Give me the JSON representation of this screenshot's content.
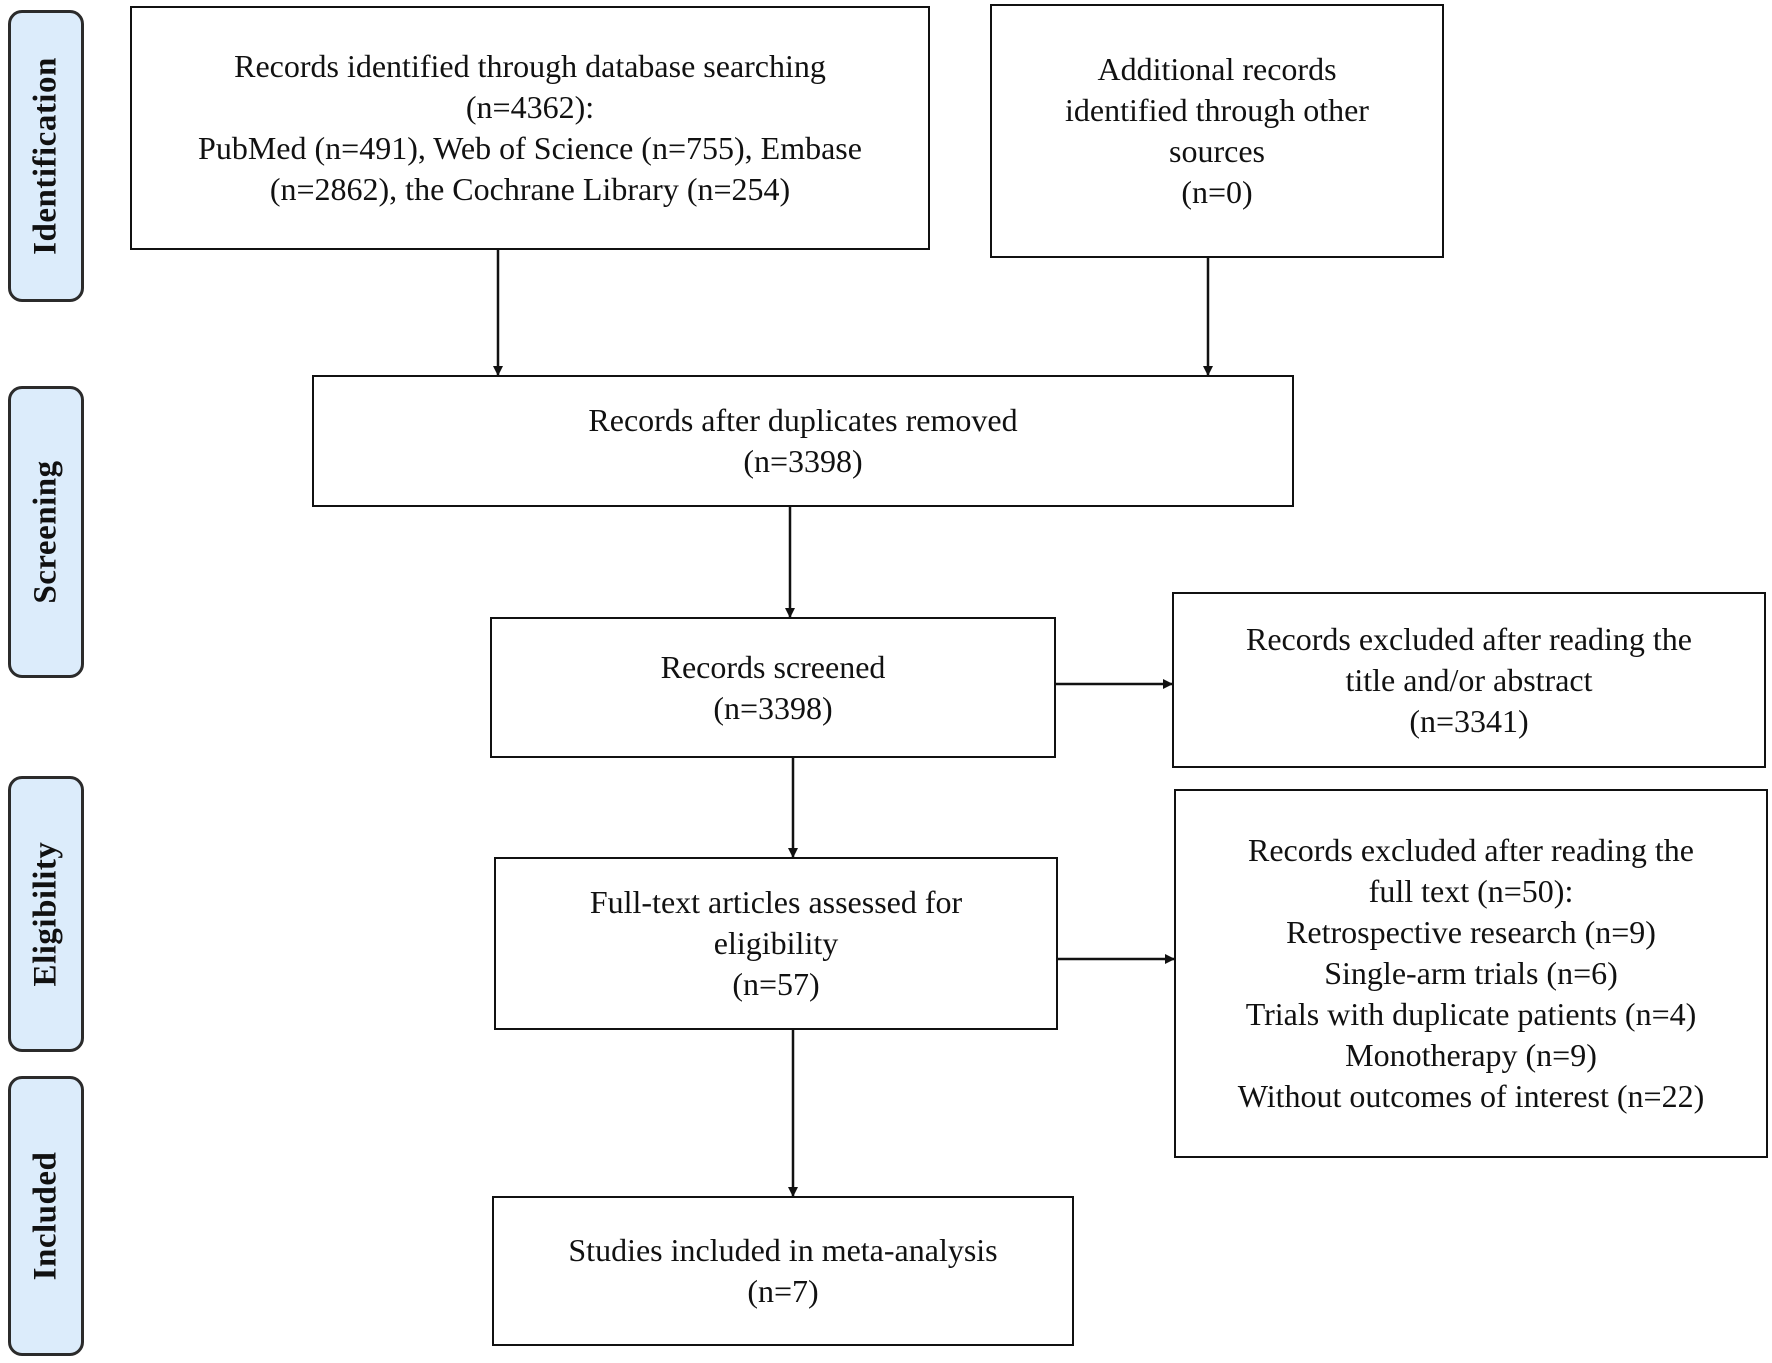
{
  "stages": {
    "identification": "Identification",
    "screening": "Screening",
    "eligibility": "Eligibility",
    "included": "Included"
  },
  "boxes": {
    "database_search": {
      "lines": [
        "Records identified through database searching",
        "(n=4362):",
        "PubMed (n=491), Web of Science (n=755), Embase",
        "(n=2862), the Cochrane Library (n=254)"
      ]
    },
    "other_sources": {
      "lines": [
        "Additional records",
        "identified through other",
        "sources",
        "(n=0)"
      ]
    },
    "duplicates_removed": {
      "lines": [
        "Records after duplicates removed",
        "(n=3398)"
      ]
    },
    "screened": {
      "lines": [
        "Records screened",
        "(n=3398)"
      ]
    },
    "excluded_title_abstract": {
      "lines": [
        "Records excluded after reading the",
        "title and/or abstract",
        "(n=3341)"
      ]
    },
    "full_text_assessed": {
      "lines": [
        "Full-text articles assessed for",
        "eligibility",
        "(n=57)"
      ]
    },
    "excluded_full_text": {
      "lines": [
        "Records excluded after reading the",
        "full text (n=50):",
        "Retrospective research (n=9)",
        "Single-arm trials (n=6)",
        "Trials with duplicate patients (n=4)",
        "Monotherapy (n=9)",
        "Without outcomes of interest (n=22)"
      ]
    },
    "included_meta": {
      "lines": [
        "Studies included in meta-analysis",
        "(n=7)"
      ]
    }
  },
  "colors": {
    "stage_fill": "#dcecfb",
    "stroke": "#111111"
  }
}
